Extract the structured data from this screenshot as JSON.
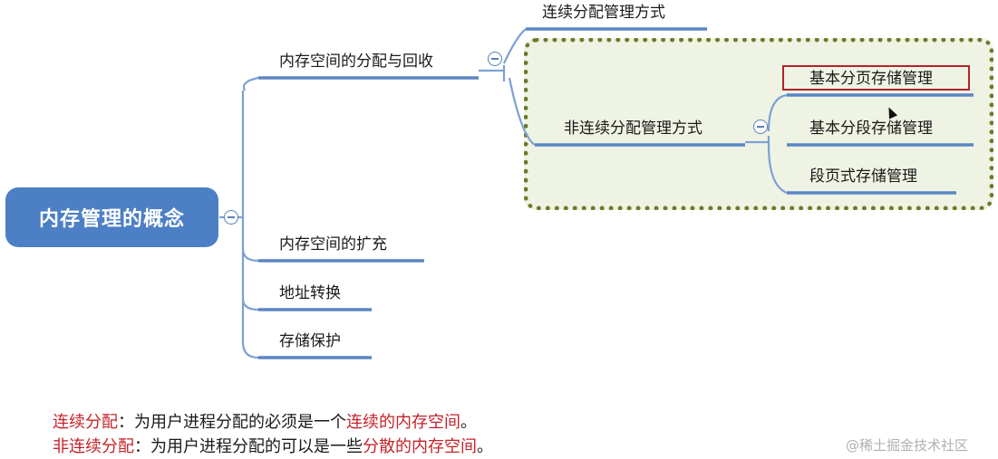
{
  "root": {
    "label": "内存管理的概念"
  },
  "branches": {
    "alloc": "内存空间的分配与回收",
    "expand": "内存空间的扩充",
    "addr": "地址转换",
    "protect": "存储保护"
  },
  "alloc_children": {
    "contiguous": "连续分配管理方式",
    "noncontiguous": "非连续分配管理方式"
  },
  "noncontig_children": {
    "page": "基本分页存储管理",
    "segment": "基本分段存储管理",
    "segpage": "段页式存储管理"
  },
  "notes": {
    "line1": {
      "term": "连续分配",
      "text": "：为用户进程分配的必须是一个",
      "emph": "连续的内存空间",
      "end": "。"
    },
    "line2": {
      "term": "非连续分配",
      "text": "：为用户进程分配的可以是一些",
      "emph": "分散的内存空间",
      "end": "。"
    }
  },
  "watermark": "@稀土掘金技术社区",
  "colors": {
    "root_bg": "#4d7fc4",
    "line": "#5b86c4",
    "highlight": "#b0242a",
    "note_red": "#c4242a"
  }
}
